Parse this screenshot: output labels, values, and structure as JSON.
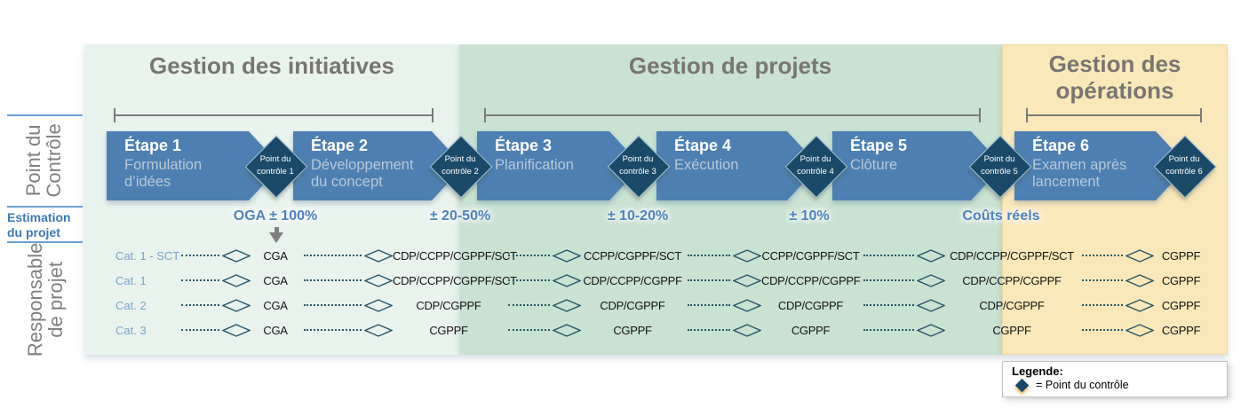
{
  "phases": [
    {
      "title": "Gestion des initiatives"
    },
    {
      "title": "Gestion de projets"
    },
    {
      "title": "Gestion des opérations"
    }
  ],
  "axis": {
    "control": {
      "line1": "Point du",
      "line2": "Contrôle"
    },
    "estimation": {
      "line1": "Estimation",
      "line2": "du projet"
    },
    "responsable": {
      "line1": "Responsable",
      "line2": "de projet"
    }
  },
  "stages": [
    {
      "title": "Étape 1",
      "subtitle": "Formulation d’idées",
      "gate": "Point du contrôle 1"
    },
    {
      "title": "Étape 2",
      "subtitle": "Développement du concept",
      "gate": "Point du contrôle 2"
    },
    {
      "title": "Étape 3",
      "subtitle": "Planification",
      "gate": "Point du contrôle 3"
    },
    {
      "title": "Étape 4",
      "subtitle": "Exécution",
      "gate": "Point du contrôle 4"
    },
    {
      "title": "Étape 5",
      "subtitle": "Clôture",
      "gate": "Point du contrôle 5"
    },
    {
      "title": "Étape 6",
      "subtitle": "Examen après lancement",
      "gate": "Point du contrôle 6"
    }
  ],
  "estimates": [
    "OGA ± 100%",
    "± 20-50%",
    "± 10-20%",
    "± 10%",
    "Coûts réels"
  ],
  "matrix": {
    "rows": [
      {
        "label": "Cat. 1 - SCT",
        "cells": [
          "CGA",
          "CDP/CCPP/CGPPF/SCT",
          "CCPP/CGPPF/SCT",
          "CCPP/CGPPF/SCT",
          "CDP/CCPP/CGPPF/SCT",
          "CGPPF"
        ]
      },
      {
        "label": "Cat. 1",
        "cells": [
          "CGA",
          "CDP/CCPP/CGPPF/SCT",
          "CDP/CCPP/CGPPF",
          "CDP/CCPP/CGPPF",
          "CDP/CCPP/CGPPF",
          "CGPPF"
        ]
      },
      {
        "label": "Cat. 2",
        "cells": [
          "CGA",
          "CDP/CGPPF",
          "CDP/CGPPF",
          "CDP/CGPPF",
          "CDP/CGPPF",
          "CGPPF"
        ]
      },
      {
        "label": "Cat. 3",
        "cells": [
          "CGA",
          "CGPPF",
          "CGPPF",
          "CGPPF",
          "CGPPF",
          "CGPPF"
        ]
      }
    ]
  },
  "legend": {
    "title": "Legende:",
    "entry": "= Point du contrôle"
  },
  "colors": {
    "initiatives_bg": "#e9f3ee",
    "projets_bg": "#c9e2d2",
    "operations_bg": "#fbe8ba",
    "stage_fill": "#4d7fb2",
    "gate_fill": "#1b4a68",
    "accent_blue": "#4d82bd",
    "axis_blue": "#6b9ed4",
    "gray_text": "#7f7f7f",
    "matrix_outline": "#2a5666"
  }
}
